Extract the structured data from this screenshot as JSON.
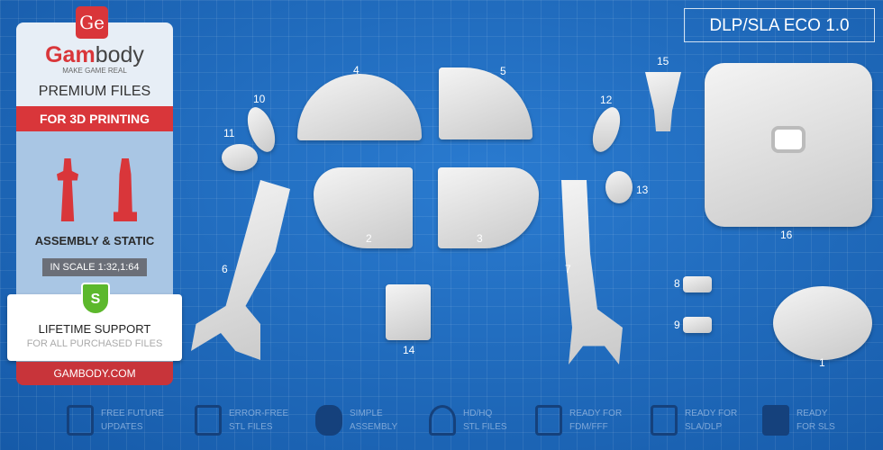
{
  "card": {
    "logo": "Ge",
    "brand_a": "Gam",
    "brand_b": "body",
    "tagline": "MAKE GAME REAL",
    "premium": "PREMIUM FILES",
    "for_printing": "FOR 3D PRINTING",
    "assembly": "ASSEMBLY & STATIC",
    "scale": "IN SCALE 1:32,1:64",
    "shield": "S",
    "support_title": "LIFETIME SUPPORT",
    "support_sub": "FOR ALL PURCHASED FILES",
    "site": "GAMBODY.COM"
  },
  "title": "DLP/SLA ECO 1.0",
  "parts": [
    "1",
    "2",
    "3",
    "4",
    "5",
    "6",
    "7",
    "8",
    "9",
    "10",
    "11",
    "12",
    "13",
    "14",
    "15",
    "16"
  ],
  "features": [
    {
      "icon": "refresh-icon",
      "l1": "FREE FUTURE",
      "l2": "UPDATES"
    },
    {
      "icon": "file-check-icon",
      "l1": "ERROR-FREE",
      "l2": "STL FILES"
    },
    {
      "icon": "puzzle-icon",
      "l1": "SIMPLE",
      "l2": "ASSEMBLY"
    },
    {
      "icon": "bust-icon",
      "l1": "HD/HQ",
      "l2": "STL FILES"
    },
    {
      "icon": "fdm-printer-icon",
      "l1": "READY FOR",
      "l2": "FDM/FFF"
    },
    {
      "icon": "sla-printer-icon",
      "l1": "READY FOR",
      "l2": "SLA/DLP"
    },
    {
      "icon": "sls-printer-icon",
      "l1": "READY",
      "l2": "FOR SLS"
    }
  ],
  "colors": {
    "background": "#1e64b4",
    "brand_red": "#d9363a",
    "shield_green": "#5cb82c"
  }
}
